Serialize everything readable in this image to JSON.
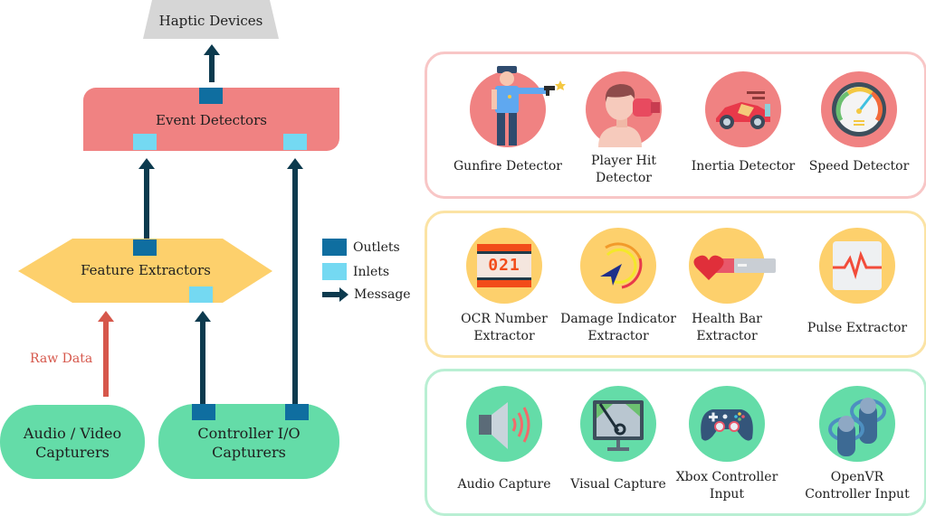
{
  "left_diagram": {
    "haptic_devices": {
      "label": "Haptic Devices",
      "color": "#d6d6d6"
    },
    "event_detectors": {
      "label": "Event Detectors",
      "color": "#f08282"
    },
    "feature_extractors": {
      "label": "Feature Extractors",
      "color": "#fdd06c"
    },
    "audio_video_capturers": {
      "label_line1": "Audio / Video",
      "label_line2": "Capturers",
      "color": "#64dca8"
    },
    "controller_io_capturers": {
      "label_line1": "Controller I/O",
      "label_line2": "Capturers",
      "color": "#64dca8"
    },
    "raw_data_label": "Raw Data",
    "colors": {
      "outlet": "#0f6ea0",
      "inlet": "#74d9f2",
      "message_arrow": "#0c3a4e",
      "raw_data_arrow": "#d6574b"
    }
  },
  "legend": {
    "items": [
      {
        "label": "Outlets",
        "icon": "outlet-square"
      },
      {
        "label": "Inlets",
        "icon": "inlet-square"
      },
      {
        "label": "Message",
        "icon": "message-arrow"
      }
    ]
  },
  "panels": {
    "detectors": {
      "border_color": "#f8c6c6",
      "circle_color": "#f08282",
      "items": [
        {
          "line1": "Gunfire Detector",
          "line2": "",
          "icon": "gunfire-icon"
        },
        {
          "line1": "Player Hit",
          "line2": "Detector",
          "icon": "player-hit-icon"
        },
        {
          "line1": "Inertia Detector",
          "line2": "",
          "icon": "race-car-icon"
        },
        {
          "line1": "Speed Detector",
          "line2": "",
          "icon": "speedometer-icon"
        }
      ]
    },
    "extractors": {
      "border_color": "#fbe3a4",
      "circle_color": "#fdd06c",
      "items": [
        {
          "line1": "OCR Number",
          "line2": "Extractor",
          "icon": "ocr-number-icon",
          "digits": "021"
        },
        {
          "line1": "Damage Indicator",
          "line2": "Extractor",
          "icon": "damage-indicator-icon"
        },
        {
          "line1": "Health Bar",
          "line2": "Extractor",
          "icon": "health-bar-icon"
        },
        {
          "line1": "Pulse Extractor",
          "line2": "",
          "icon": "pulse-icon"
        }
      ]
    },
    "capturers": {
      "border_color": "#b9efd3",
      "circle_color": "#64dca8",
      "items": [
        {
          "line1": "Audio Capture",
          "line2": "",
          "icon": "speaker-icon"
        },
        {
          "line1": "Visual Capture",
          "line2": "",
          "icon": "monitor-icon"
        },
        {
          "line1": "Xbox Controller",
          "line2": "Input",
          "icon": "gamepad-icon"
        },
        {
          "line1": "OpenVR",
          "line2": "Controller Input",
          "icon": "vr-controller-icon"
        }
      ]
    }
  }
}
